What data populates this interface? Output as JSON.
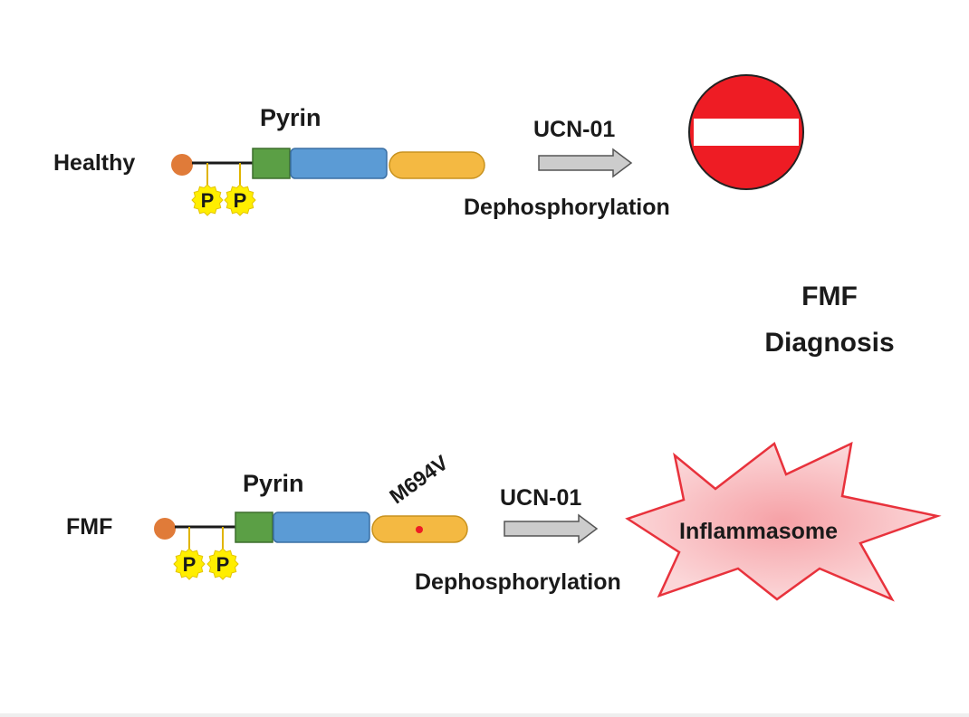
{
  "healthy": {
    "row_label": "Healthy",
    "protein_label": "Pyrin",
    "phospho_label": "P",
    "drug_label": "UCN-01",
    "process_label": "Dephosphorylation",
    "outcome": "no-entry-icon"
  },
  "fmf": {
    "row_label": "FMF",
    "protein_label": "Pyrin",
    "mutation_label": "M694V",
    "phospho_label": "P",
    "drug_label": "UCN-01",
    "process_label": "Dephosphorylation",
    "outcome_label": "Inflammasome"
  },
  "conclusion": {
    "line1": "FMF",
    "line2": "Diagnosis"
  },
  "colors": {
    "linker_ball": "#e07b39",
    "domain_green": "#5b9f45",
    "domain_blue": "#5b9bd5",
    "domain_yellow": "#f4b942",
    "phospho_fill": "#ffee00",
    "no_entry_red": "#ee1c24",
    "burst_stroke": "#e8323c",
    "arrow_fill": "#cccccc"
  }
}
